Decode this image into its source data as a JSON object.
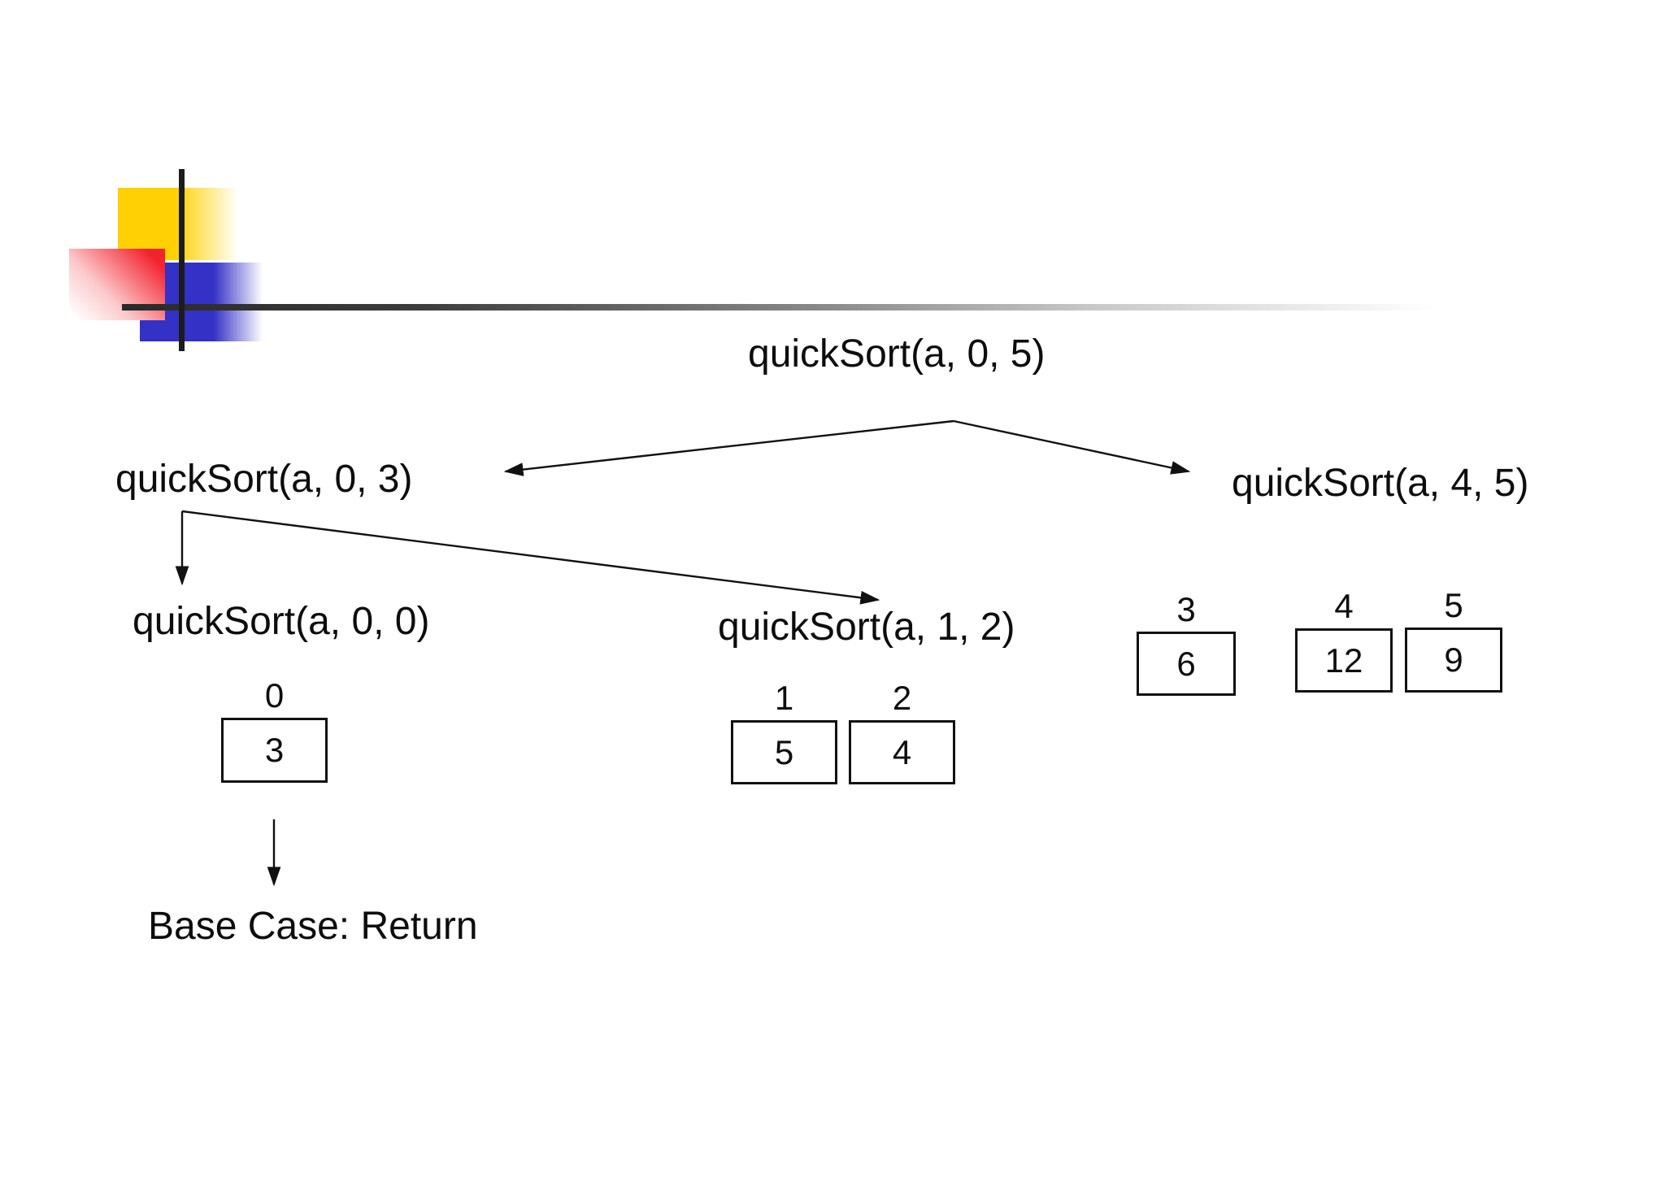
{
  "tree": {
    "root": "quickSort(a, 0, 5)",
    "left_child": "quickSort(a, 0, 3)",
    "right_child": "quickSort(a, 4, 5)",
    "left_left_child": "quickSort(a, 0, 0)",
    "left_right_child": "quickSort(a, 1, 2)",
    "base_case": "Base Case: Return"
  },
  "cells": [
    {
      "index": "0",
      "value": "3"
    },
    {
      "index": "1",
      "value": "5"
    },
    {
      "index": "2",
      "value": "4"
    },
    {
      "index": "3",
      "value": "6"
    },
    {
      "index": "4",
      "value": "12"
    },
    {
      "index": "5",
      "value": "9"
    }
  ],
  "decoration": {
    "yellow_square": "#FFD104",
    "red_square": "#F2232E",
    "blue_square": "#3431C6",
    "line_color": "#2A2A2A"
  }
}
